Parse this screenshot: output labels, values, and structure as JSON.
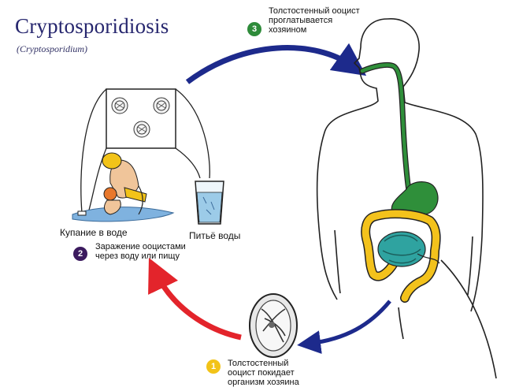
{
  "title": "Cryptosporidiosis",
  "subtitle": "(Cryptosporidium)",
  "steps": [
    {
      "number": "1",
      "text_line1": "Толстостенный",
      "text_line2": "ооцист покидает",
      "text_line3": "организм хозяина",
      "color": "#f2c318"
    },
    {
      "number": "2",
      "text_line1": "Заражение ооцистами",
      "text_line2": "через воду или пищу",
      "color": "#3b1a5e"
    },
    {
      "number": "3",
      "text_line1": "Толстостенный  ооцист",
      "text_line2": "проглатывается",
      "text_line3": "хозяином",
      "color": "#2e8b3a"
    }
  ],
  "labels": {
    "swimming": "Купание в воде",
    "drinking": "Питьё воды"
  },
  "colors": {
    "arrow_blue": "#1d2a8c",
    "arrow_red": "#e3242b",
    "stomach_green": "#2f8f3a",
    "colon_yellow": "#f3c21c",
    "small_intestine_teal": "#2fa3a0"
  }
}
